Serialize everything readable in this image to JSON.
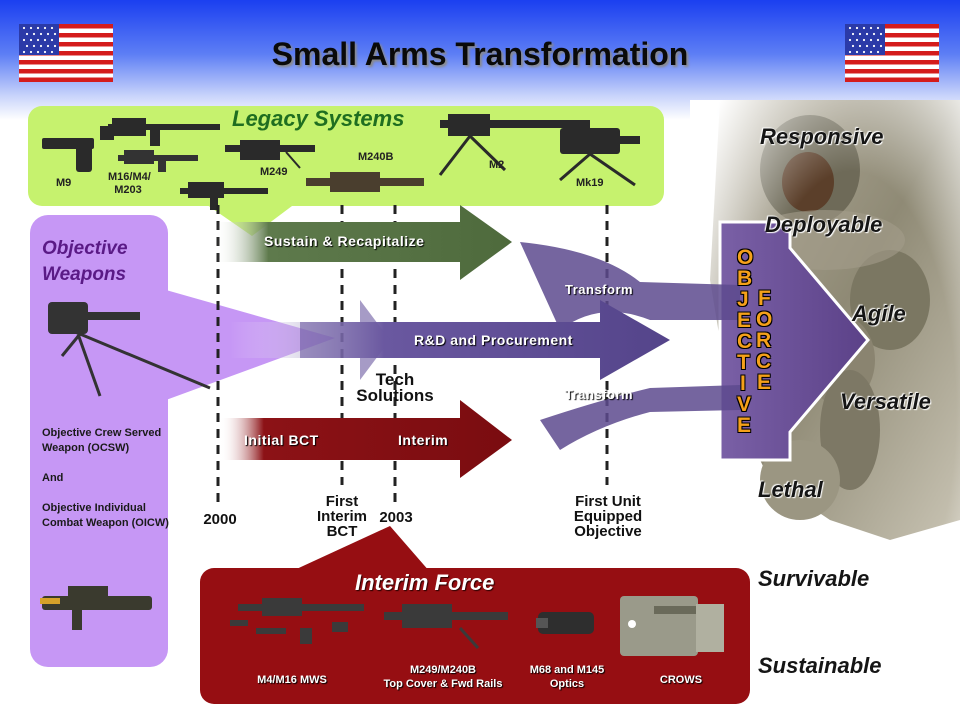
{
  "title": "Small Arms Transformation",
  "legacy": {
    "title": "Legacy Systems",
    "weapons": [
      {
        "label": "M9"
      },
      {
        "label": "M16/M4/\nM203"
      },
      {
        "label": "M249"
      },
      {
        "label": "M240B"
      },
      {
        "label": "M2"
      },
      {
        "label": "Mk19"
      }
    ]
  },
  "objective": {
    "title_line1": "Objective",
    "title_line2": "Weapons",
    "text_line1": "Objective Crew Served Weapon (OCSW)",
    "text_and": "And",
    "text_line2": "Objective Individual Combat Weapon (OICW)"
  },
  "arrows": {
    "sustain": "Sustain & Recapitalize",
    "rd": "R&D and Procurement",
    "initial": "Initial BCT",
    "interim": "Interim",
    "transform_top": "Transform",
    "transform_bottom": "Transform",
    "tech_line1": "Tech",
    "tech_line2": "Solutions"
  },
  "objective_force": {
    "col1": [
      "O",
      "B",
      "J",
      "E",
      "C",
      "T",
      "I",
      "V",
      "E"
    ],
    "col2": [
      "F",
      "O",
      "R",
      "C",
      "E"
    ]
  },
  "timeline": {
    "y2000": "2000",
    "first_interim_line1": "First",
    "first_interim_line2": "Interim",
    "first_interim_line3": "BCT",
    "y2003": "2003",
    "fue_line1": "First Unit",
    "fue_line2": "Equipped",
    "fue_line3": "Objective"
  },
  "interim": {
    "title": "Interim Force",
    "items": [
      {
        "label_line1": "M4/M16 MWS",
        "label_line2": ""
      },
      {
        "label_line1": "M249/M240B",
        "label_line2": "Top Cover & Fwd Rails"
      },
      {
        "label_line1": "M68 and M145",
        "label_line2": "Optics"
      },
      {
        "label_line1": "CROWS",
        "label_line2": ""
      }
    ]
  },
  "attributes": [
    "Responsive",
    "Deployable",
    "Agile",
    "Versatile",
    "Lethal",
    "Survivable",
    "Sustainable"
  ],
  "colors": {
    "legacy_panel": "#c6f26e",
    "objective_panel": "#c697f5",
    "interim_panel": "#960e12",
    "sustain_arrow": "#5e7a4c",
    "rd_arrow": "#5d4a8e",
    "interim_arrow": "#8c1216",
    "objective_force_arrow": "#6a4f92",
    "objective_force_text": "#f5a11a"
  }
}
